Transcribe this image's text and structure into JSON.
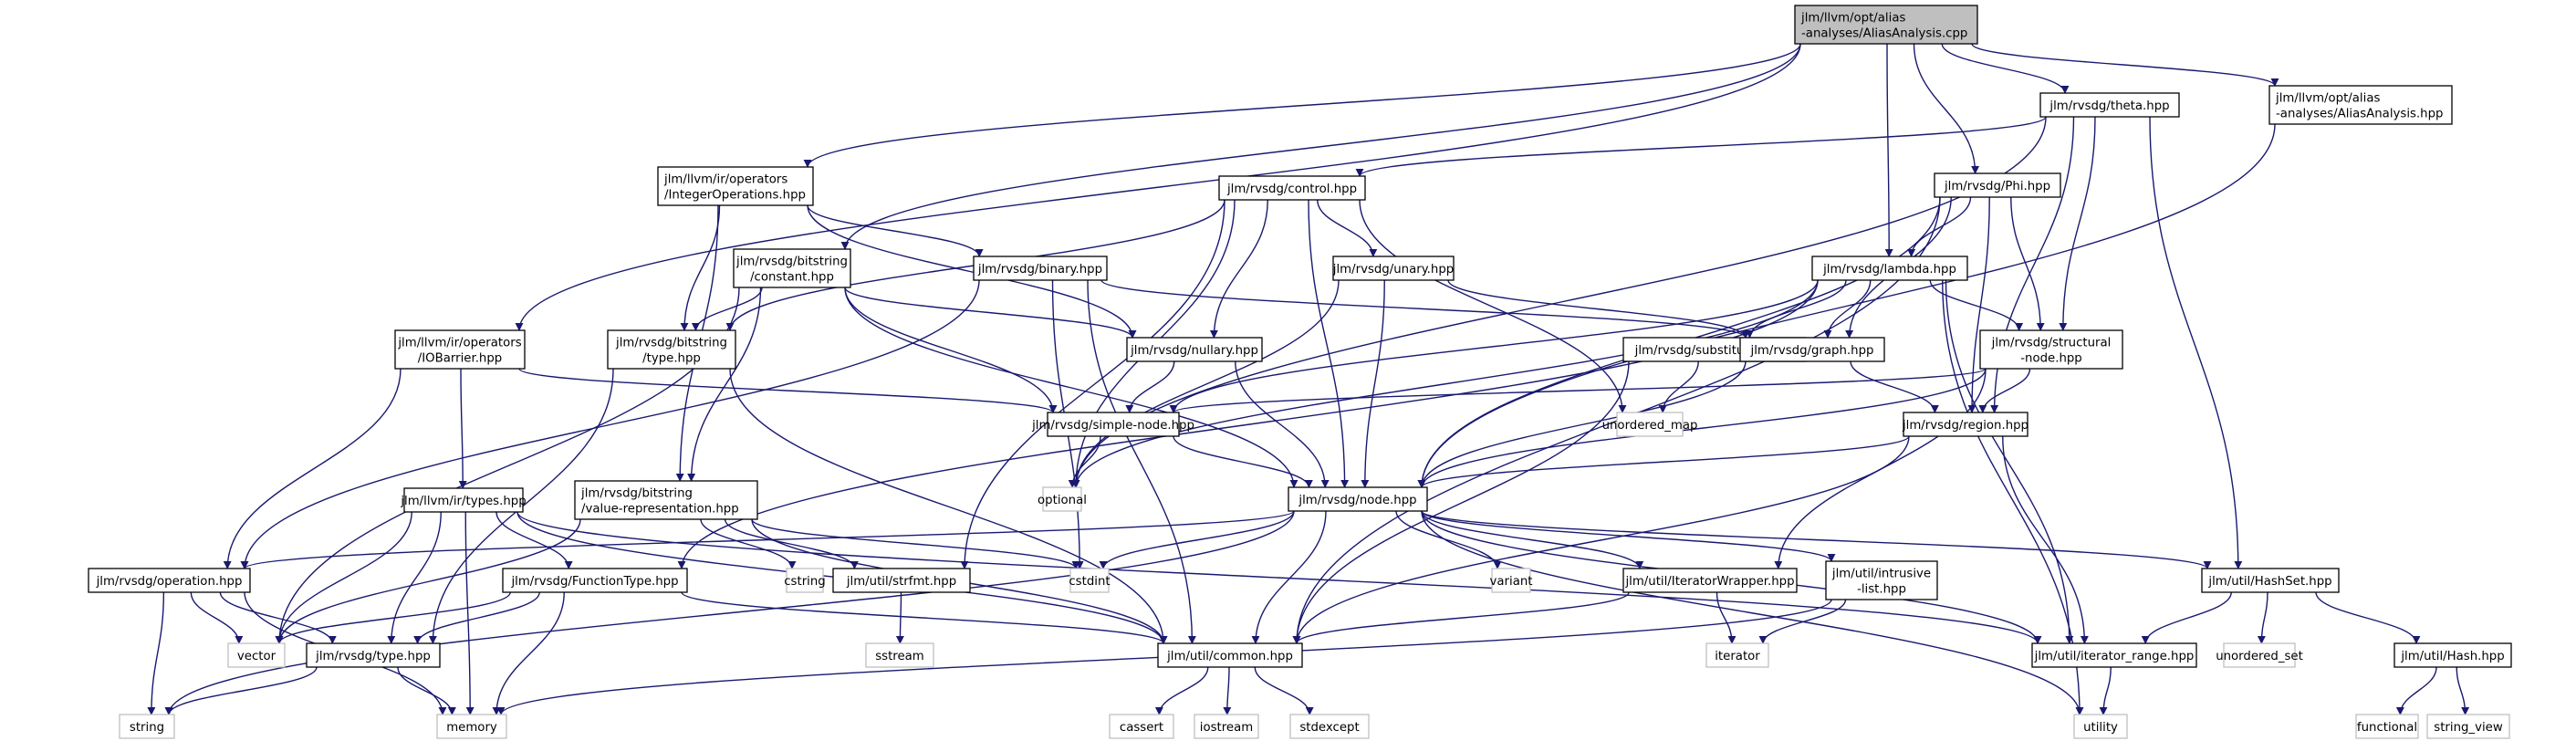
{
  "diagram": {
    "type": "include-dependency-graph",
    "root": "n0",
    "colors": {
      "edge": "#191970",
      "root_fill": "#bfbfbf",
      "node_border": "#000000",
      "system_border": "#bfbfbf"
    },
    "nodes": [
      {
        "id": "n0",
        "lines": [
          "jlm/llvm/opt/alias",
          "-analyses/AliasAnalysis.cpp"
        ],
        "kind": "root",
        "align": "left"
      },
      {
        "id": "n1",
        "lines": [
          "jlm/llvm/opt/alias",
          "-analyses/AliasAnalysis.hpp"
        ],
        "kind": "local",
        "align": "left"
      },
      {
        "id": "n2",
        "lines": [
          "jlm/rvsdg/theta.hpp"
        ],
        "kind": "local"
      },
      {
        "id": "n3",
        "lines": [
          "jlm/llvm/ir/operators",
          "/IntegerOperations.hpp"
        ],
        "kind": "local",
        "align": "left"
      },
      {
        "id": "n4",
        "lines": [
          "jlm/rvsdg/control.hpp"
        ],
        "kind": "local"
      },
      {
        "id": "n5",
        "lines": [
          "jlm/rvsdg/Phi.hpp"
        ],
        "kind": "local"
      },
      {
        "id": "n6",
        "lines": [
          "jlm/rvsdg/bitstring",
          "/constant.hpp"
        ],
        "kind": "local"
      },
      {
        "id": "n7",
        "lines": [
          "jlm/rvsdg/binary.hpp"
        ],
        "kind": "local"
      },
      {
        "id": "n8",
        "lines": [
          "jlm/rvsdg/unary.hpp"
        ],
        "kind": "local"
      },
      {
        "id": "n9",
        "lines": [
          "jlm/rvsdg/lambda.hpp"
        ],
        "kind": "local"
      },
      {
        "id": "n10",
        "lines": [
          "jlm/llvm/ir/operators",
          "/IOBarrier.hpp"
        ],
        "kind": "local"
      },
      {
        "id": "n11",
        "lines": [
          "jlm/rvsdg/bitstring",
          "/type.hpp"
        ],
        "kind": "local"
      },
      {
        "id": "n12",
        "lines": [
          "jlm/rvsdg/nullary.hpp"
        ],
        "kind": "local"
      },
      {
        "id": "n13",
        "lines": [
          "jlm/rvsdg/substitution.hpp"
        ],
        "kind": "local"
      },
      {
        "id": "n14",
        "lines": [
          "jlm/rvsdg/graph.hpp"
        ],
        "kind": "local"
      },
      {
        "id": "n15",
        "lines": [
          "jlm/rvsdg/structural",
          "-node.hpp"
        ],
        "kind": "local"
      },
      {
        "id": "n16",
        "lines": [
          "jlm/rvsdg/simple-node.hpp"
        ],
        "kind": "local"
      },
      {
        "id": "n17",
        "lines": [
          "unordered_map"
        ],
        "kind": "system"
      },
      {
        "id": "n18",
        "lines": [
          "jlm/rvsdg/region.hpp"
        ],
        "kind": "local"
      },
      {
        "id": "n19",
        "lines": [
          "jlm/llvm/ir/types.hpp"
        ],
        "kind": "local"
      },
      {
        "id": "n20",
        "lines": [
          "jlm/rvsdg/bitstring",
          "/value-representation.hpp"
        ],
        "kind": "local",
        "align": "left"
      },
      {
        "id": "n21",
        "lines": [
          "optional"
        ],
        "kind": "system"
      },
      {
        "id": "n22",
        "lines": [
          "jlm/rvsdg/node.hpp"
        ],
        "kind": "local"
      },
      {
        "id": "n23",
        "lines": [
          "jlm/rvsdg/operation.hpp"
        ],
        "kind": "local"
      },
      {
        "id": "n24",
        "lines": [
          "jlm/rvsdg/FunctionType.hpp"
        ],
        "kind": "local"
      },
      {
        "id": "n25",
        "lines": [
          "cstring"
        ],
        "kind": "system"
      },
      {
        "id": "n26",
        "lines": [
          "jlm/util/strfmt.hpp"
        ],
        "kind": "local"
      },
      {
        "id": "n27",
        "lines": [
          "cstdint"
        ],
        "kind": "system"
      },
      {
        "id": "n28",
        "lines": [
          "variant"
        ],
        "kind": "system"
      },
      {
        "id": "n29",
        "lines": [
          "jlm/util/IteratorWrapper.hpp"
        ],
        "kind": "local"
      },
      {
        "id": "n30",
        "lines": [
          "jlm/util/intrusive",
          "-list.hpp"
        ],
        "kind": "local"
      },
      {
        "id": "n31",
        "lines": [
          "jlm/util/HashSet.hpp"
        ],
        "kind": "local"
      },
      {
        "id": "n32",
        "lines": [
          "vector"
        ],
        "kind": "system"
      },
      {
        "id": "n33",
        "lines": [
          "jlm/rvsdg/type.hpp"
        ],
        "kind": "local"
      },
      {
        "id": "n34",
        "lines": [
          "sstream"
        ],
        "kind": "system"
      },
      {
        "id": "n35",
        "lines": [
          "jlm/util/common.hpp"
        ],
        "kind": "local"
      },
      {
        "id": "n36",
        "lines": [
          "iterator"
        ],
        "kind": "system"
      },
      {
        "id": "n37",
        "lines": [
          "jlm/util/iterator_range.hpp"
        ],
        "kind": "local"
      },
      {
        "id": "n38",
        "lines": [
          "unordered_set"
        ],
        "kind": "system"
      },
      {
        "id": "n39",
        "lines": [
          "jlm/util/Hash.hpp"
        ],
        "kind": "local"
      },
      {
        "id": "n40",
        "lines": [
          "string"
        ],
        "kind": "system"
      },
      {
        "id": "n41",
        "lines": [
          "memory"
        ],
        "kind": "system"
      },
      {
        "id": "n42",
        "lines": [
          "cassert"
        ],
        "kind": "system"
      },
      {
        "id": "n43",
        "lines": [
          "iostream"
        ],
        "kind": "system"
      },
      {
        "id": "n44",
        "lines": [
          "stdexcept"
        ],
        "kind": "system"
      },
      {
        "id": "n45",
        "lines": [
          "utility"
        ],
        "kind": "system"
      },
      {
        "id": "n46",
        "lines": [
          "functional"
        ],
        "kind": "system"
      },
      {
        "id": "n47",
        "lines": [
          "string_view"
        ],
        "kind": "system"
      }
    ],
    "edges": [
      [
        "n0",
        "n1"
      ],
      [
        "n0",
        "n2"
      ],
      [
        "n0",
        "n3"
      ],
      [
        "n0",
        "n5"
      ],
      [
        "n0",
        "n6"
      ],
      [
        "n0",
        "n9"
      ],
      [
        "n0",
        "n10"
      ],
      [
        "n1",
        "n22"
      ],
      [
        "n2",
        "n4"
      ],
      [
        "n2",
        "n15"
      ],
      [
        "n2",
        "n18"
      ],
      [
        "n2",
        "n31"
      ],
      [
        "n2",
        "n21"
      ],
      [
        "n3",
        "n7"
      ],
      [
        "n3",
        "n11"
      ],
      [
        "n3",
        "n12"
      ],
      [
        "n3",
        "n20"
      ],
      [
        "n4",
        "n8"
      ],
      [
        "n4",
        "n12"
      ],
      [
        "n4",
        "n11"
      ],
      [
        "n4",
        "n22"
      ],
      [
        "n4",
        "n17"
      ],
      [
        "n4",
        "n26"
      ],
      [
        "n4",
        "n21"
      ],
      [
        "n5",
        "n9"
      ],
      [
        "n5",
        "n14"
      ],
      [
        "n5",
        "n15"
      ],
      [
        "n5",
        "n18"
      ],
      [
        "n5",
        "n22"
      ],
      [
        "n5",
        "n35"
      ],
      [
        "n6",
        "n11"
      ],
      [
        "n6",
        "n12"
      ],
      [
        "n6",
        "n16"
      ],
      [
        "n6",
        "n20"
      ],
      [
        "n6",
        "n22"
      ],
      [
        "n6",
        "n32"
      ],
      [
        "n7",
        "n14"
      ],
      [
        "n7",
        "n23"
      ],
      [
        "n7",
        "n35"
      ],
      [
        "n7",
        "n27"
      ],
      [
        "n8",
        "n14"
      ],
      [
        "n8",
        "n22"
      ],
      [
        "n8",
        "n21"
      ],
      [
        "n9",
        "n13"
      ],
      [
        "n9",
        "n14"
      ],
      [
        "n9",
        "n15"
      ],
      [
        "n9",
        "n16"
      ],
      [
        "n9",
        "n24"
      ],
      [
        "n9",
        "n37"
      ],
      [
        "n9",
        "n45"
      ],
      [
        "n9",
        "n21"
      ],
      [
        "n10",
        "n16"
      ],
      [
        "n10",
        "n19"
      ],
      [
        "n10",
        "n23"
      ],
      [
        "n11",
        "n33"
      ],
      [
        "n11",
        "n35"
      ],
      [
        "n12",
        "n16"
      ],
      [
        "n12",
        "n22"
      ],
      [
        "n13",
        "n17"
      ],
      [
        "n13",
        "n35"
      ],
      [
        "n14",
        "n18"
      ],
      [
        "n14",
        "n22"
      ],
      [
        "n15",
        "n18"
      ],
      [
        "n15",
        "n22"
      ],
      [
        "n15",
        "n16"
      ],
      [
        "n15",
        "n29"
      ],
      [
        "n16",
        "n21"
      ],
      [
        "n16",
        "n22"
      ],
      [
        "n18",
        "n22"
      ],
      [
        "n18",
        "n35"
      ],
      [
        "n18",
        "n37"
      ],
      [
        "n19",
        "n24"
      ],
      [
        "n19",
        "n33"
      ],
      [
        "n19",
        "n32"
      ],
      [
        "n19",
        "n41"
      ],
      [
        "n19",
        "n35"
      ],
      [
        "n19",
        "n37"
      ],
      [
        "n20",
        "n25"
      ],
      [
        "n20",
        "n26"
      ],
      [
        "n20",
        "n27"
      ],
      [
        "n20",
        "n35"
      ],
      [
        "n20",
        "n32"
      ],
      [
        "n22",
        "n23"
      ],
      [
        "n22",
        "n27"
      ],
      [
        "n22",
        "n28"
      ],
      [
        "n22",
        "n29"
      ],
      [
        "n22",
        "n30"
      ],
      [
        "n22",
        "n31"
      ],
      [
        "n22",
        "n35"
      ],
      [
        "n22",
        "n37"
      ],
      [
        "n22",
        "n45"
      ],
      [
        "n22",
        "n40"
      ],
      [
        "n23",
        "n33"
      ],
      [
        "n23",
        "n32"
      ],
      [
        "n23",
        "n40"
      ],
      [
        "n23",
        "n41"
      ],
      [
        "n24",
        "n33"
      ],
      [
        "n24",
        "n32"
      ],
      [
        "n24",
        "n41"
      ],
      [
        "n24",
        "n35"
      ],
      [
        "n26",
        "n34"
      ],
      [
        "n29",
        "n36"
      ],
      [
        "n29",
        "n35"
      ],
      [
        "n30",
        "n36"
      ],
      [
        "n30",
        "n41"
      ],
      [
        "n31",
        "n37"
      ],
      [
        "n31",
        "n38"
      ],
      [
        "n31",
        "n39"
      ],
      [
        "n33",
        "n40"
      ],
      [
        "n33",
        "n41"
      ],
      [
        "n35",
        "n42"
      ],
      [
        "n35",
        "n43"
      ],
      [
        "n35",
        "n44"
      ],
      [
        "n37",
        "n45"
      ],
      [
        "n39",
        "n46"
      ],
      [
        "n39",
        "n47"
      ]
    ]
  }
}
